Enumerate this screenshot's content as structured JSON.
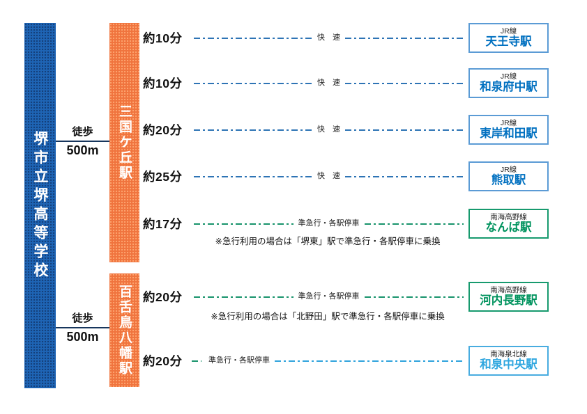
{
  "school": {
    "name": "堺市立堺高等学校"
  },
  "walks": [
    {
      "label": "徒歩",
      "distance": "500m"
    },
    {
      "label": "徒歩",
      "distance": "500m"
    }
  ],
  "hub_stations": [
    {
      "name": "三国ケ丘駅"
    },
    {
      "name": "百舌鳥八幡駅"
    }
  ],
  "routes": [
    {
      "time": "約10分",
      "service": "快　速",
      "line_name": "JR線",
      "station": "天王寺駅",
      "railway": "JR"
    },
    {
      "time": "約10分",
      "service": "快　速",
      "line_name": "JR線",
      "station": "和泉府中駅",
      "railway": "JR"
    },
    {
      "time": "約20分",
      "service": "快　速",
      "line_name": "JR線",
      "station": "東岸和田駅",
      "railway": "JR"
    },
    {
      "time": "約25分",
      "service": "快　速",
      "line_name": "JR線",
      "station": "熊取駅",
      "railway": "JR"
    },
    {
      "time": "約17分",
      "service": "準急行・各駅停車",
      "line_name": "南海高野線",
      "station": "なんば駅",
      "railway": "南海高野線",
      "note": "※急行利用の場合は「堺東」駅で準急行・各駅停車に乗換"
    },
    {
      "time": "約20分",
      "service": "準急行・各駅停車",
      "line_name": "南海高野線",
      "station": "河内長野駅",
      "railway": "南海高野線",
      "note": "※急行利用の場合は「北野田」駅で準急行・各駅停車に乗換"
    },
    {
      "time": "約20分",
      "service": "準急行・各駅停車",
      "line_name": "南海泉北線",
      "station": "和泉中央駅",
      "railway": "南海泉北線"
    }
  ],
  "colors": {
    "school_bar": "#1E64B4",
    "station_bar": "#F0743E",
    "walk_line": "#17365D",
    "jr_line": "#2E74B5",
    "jr_station_text": "#0070C0",
    "nankai_koya_line": "#17936B",
    "nankai_koya_station_text": "#00935E",
    "nankai_senboku_line": "#2FA3DC",
    "nankai_senboku_station_text": "#2EA6DF"
  }
}
